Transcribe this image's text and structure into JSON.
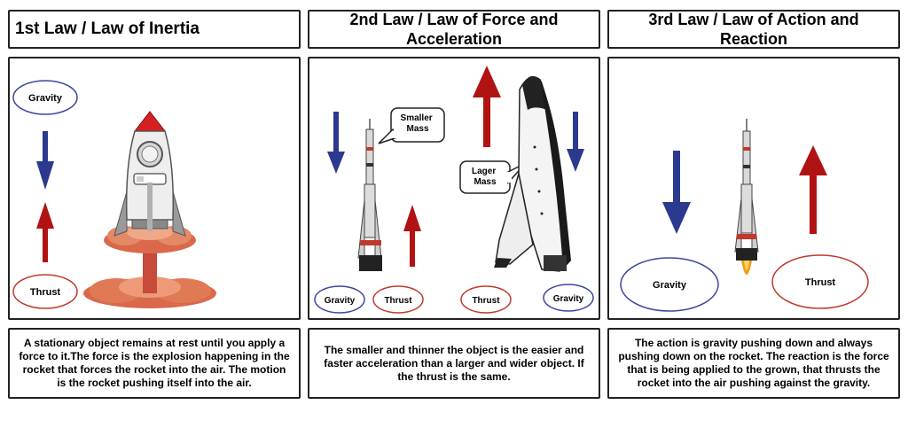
{
  "panels": [
    {
      "title": "1st Law / Law of Inertia",
      "labels": {
        "gravity": "Gravity",
        "thrust": "Thrust"
      },
      "caption": "A stationary object remains at rest until you apply a force to it.The force is the explosion happening in the rocket that forces the rocket into the air. The motion is the rocket pushing itself into the air."
    },
    {
      "title": "2nd Law / Law of Force and Acceleration",
      "labels": {
        "smaller_mass": "Smaller Mass",
        "larger_mass": "Lager Mass",
        "gravity": "Gravity",
        "thrust": "Thrust"
      },
      "caption": "The smaller and thinner the object is the easier and faster acceleration than a larger and wider object. If the thrust is the same."
    },
    {
      "title": "3rd Law / Law of Action and Reaction",
      "labels": {
        "gravity": "Gravity",
        "thrust": "Thrust"
      },
      "caption": "The action is gravity pushing down and always pushing down on the rocket. The reaction is the force that is being applied to the grown, that thrusts the rocket into the air pushing against the gravity."
    }
  ],
  "colors": {
    "gravity_arrow": "#2b3a8f",
    "thrust_arrow": "#b11212",
    "gravity_oval": "#3a46a0",
    "thrust_oval": "#c0392b"
  }
}
